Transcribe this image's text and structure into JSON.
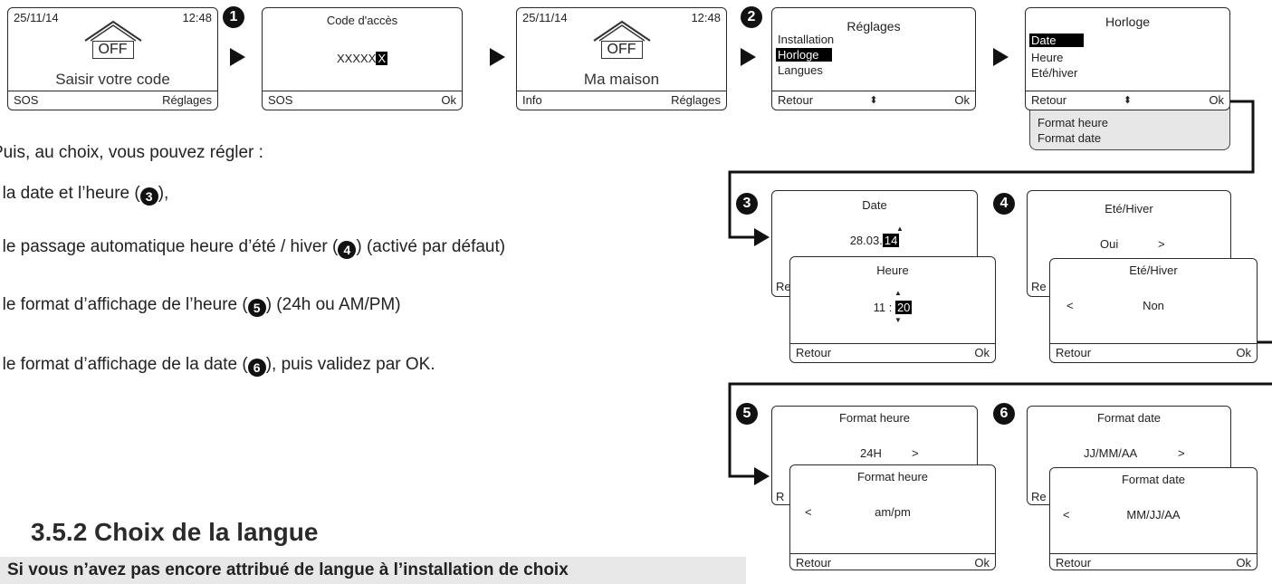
{
  "step1": {
    "date": "25/11/14",
    "time": "12:48",
    "status": "OFF",
    "caption": "Saisir votre code",
    "left": "SOS",
    "right": "Réglages",
    "badge": "1"
  },
  "step1b": {
    "title": "Code d'accès",
    "code_prefix": "XXXXX",
    "code_cursor": "X",
    "left": "SOS",
    "right": "Ok"
  },
  "step2a": {
    "date": "25/11/14",
    "time": "12:48",
    "status": "OFF",
    "caption": "Ma maison",
    "left": "Info",
    "right": "Réglages",
    "badge": "2"
  },
  "reglages": {
    "title": "Réglages",
    "items": [
      "Installation",
      "Horloge",
      "Langues"
    ],
    "left": "Retour",
    "right": "Ok"
  },
  "horloge": {
    "title": "Horloge",
    "items": [
      "Date",
      "Heure",
      "Eté/hiver"
    ],
    "left": "Retour",
    "right": "Ok",
    "more": [
      "Format heure",
      "Format date"
    ]
  },
  "body_text": {
    "intro": "Puis, au choix, vous pouvez régler :",
    "l1a": "- la date et l’heure (",
    "l1n": "3",
    "l1b": "),",
    "l2a": "- le passage automatique heure d’été / hiver (",
    "l2n": "4",
    "l2b": ") (activé par défaut)",
    "l3a": "- le format d’affichage de l’heure (",
    "l3n": "5",
    "l3b": ") (24h ou AM/PM)",
    "l4a": "- le format d’affichage de la date (",
    "l4n": "6",
    "l4b": "), puis validez par OK."
  },
  "step3": {
    "badge": "3",
    "date_title": "Date",
    "date_prefix": "28.03.",
    "date_sel": "14",
    "heure_title": "Heure",
    "heure_prefix": "11 : ",
    "heure_sel": "20",
    "back_left": "Re",
    "left": "Retour",
    "right": "Ok"
  },
  "step4": {
    "badge": "4",
    "title_back": "Eté/Hiver",
    "value_back": "Oui",
    "next": ">",
    "title_front": "Eté/Hiver",
    "prev": "<",
    "value_front": "Non",
    "back_left": "Re",
    "left": "Retour",
    "right": "Ok"
  },
  "step5": {
    "badge": "5",
    "title_back": "Format heure",
    "value_back": "24H",
    "next": ">",
    "title_front": "Format heure",
    "prev": "<",
    "value_front": "am/pm",
    "back_left": "R",
    "left": "Retour",
    "right": "Ok"
  },
  "step6": {
    "badge": "6",
    "title_back": "Format date",
    "value_back": "JJ/MM/AA",
    "next": ">",
    "title_front": "Format date",
    "prev": "<",
    "value_front": "MM/JJ/AA",
    "back_left": "Re",
    "left": "Retour",
    "right": "Ok"
  },
  "section": {
    "title": "3.5.2 Choix de la langue",
    "band": "Si vous n’avez pas encore attribué de langue à l’installation de choix"
  },
  "icons": {
    "arrow": "triangle-right-icon",
    "house": "house-icon",
    "updown": "up-down-arrow-icon"
  }
}
